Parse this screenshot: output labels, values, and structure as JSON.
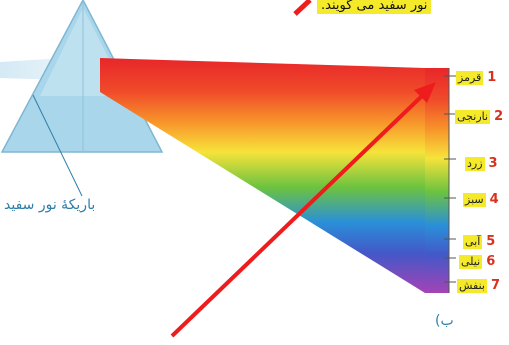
{
  "caption_top": "نور سفید می گویند.",
  "white_light_label": "باریکهٔ نور سفید",
  "figure_letter": "ب)",
  "spectrum": [
    {
      "number": "1",
      "name": "قرمز"
    },
    {
      "number": "2",
      "name": "نارنجی"
    },
    {
      "number": "3",
      "name": "زرد"
    },
    {
      "number": "4",
      "name": "سبز"
    },
    {
      "number": "5",
      "name": "آبی"
    },
    {
      "number": "6",
      "name": "نیلی"
    },
    {
      "number": "7",
      "name": "بنفش"
    }
  ],
  "colors": {
    "prism": "#a9d6ea",
    "arrow": "#ee1c1c",
    "label_highlight": "#f5ea2a",
    "number_color": "#d8321e",
    "label_text": "#2f7fa8"
  }
}
